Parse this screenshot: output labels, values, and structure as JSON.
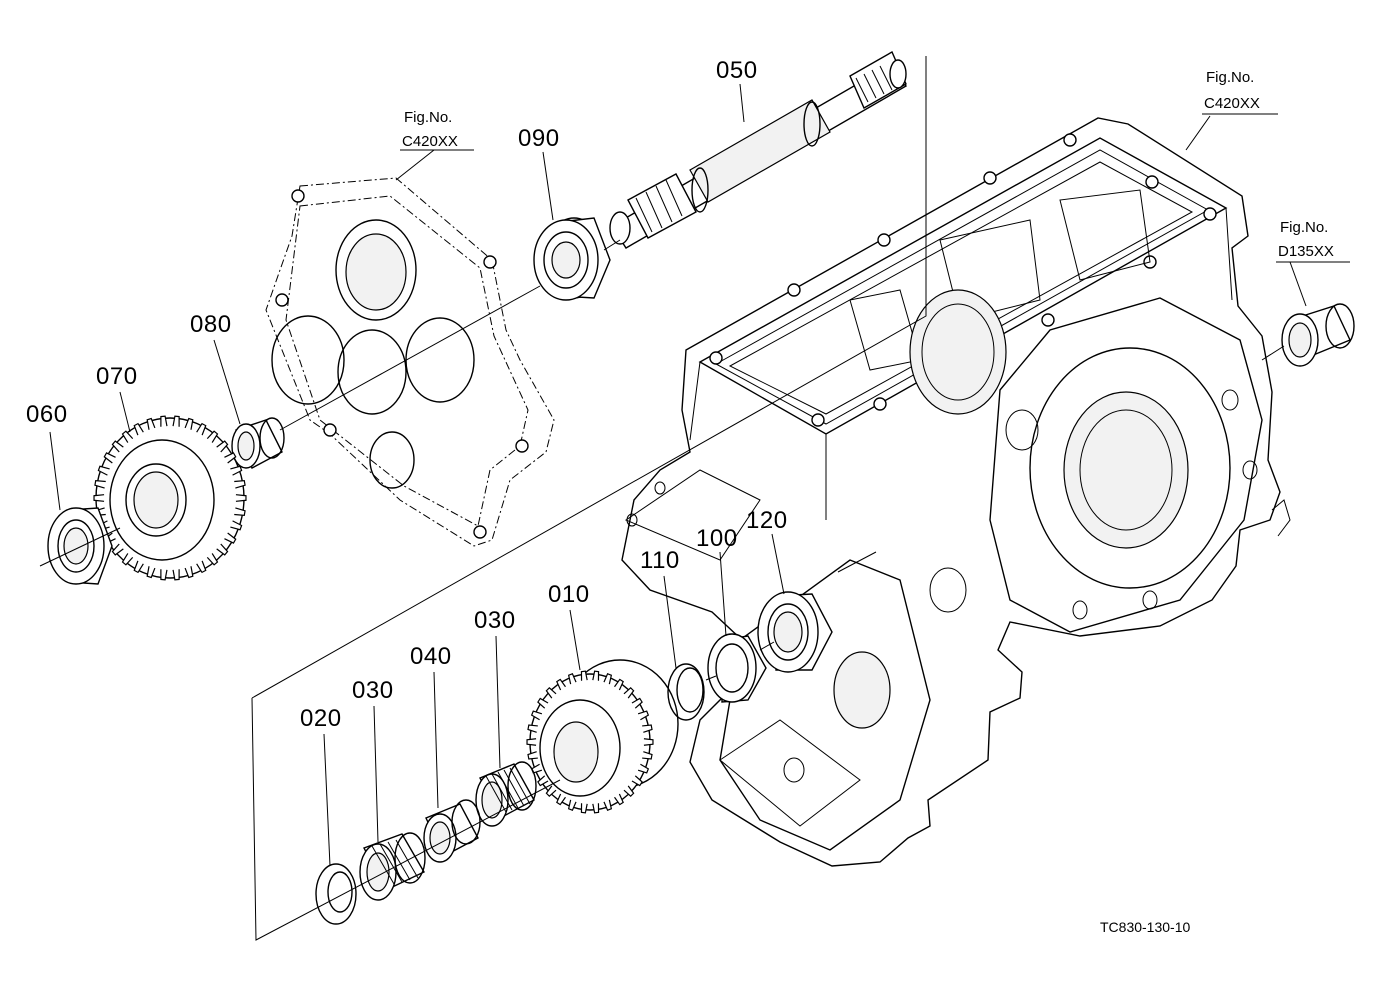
{
  "parts": {
    "p050": "050",
    "p090": "090",
    "p080": "080",
    "p070": "070",
    "p060": "060",
    "p010": "010",
    "p110": "110",
    "p100": "100",
    "p120": "120",
    "p030a": "030",
    "p030b": "030",
    "p040": "040",
    "p020": "020"
  },
  "fig_refs": {
    "left": {
      "label": "Fig.No.",
      "code": "C420XX"
    },
    "right": {
      "label": "Fig.No.",
      "code": "C420XX"
    },
    "far_right": {
      "label": "Fig.No.",
      "code": "D135XX"
    }
  },
  "drawing_id": "TC830-130-10"
}
